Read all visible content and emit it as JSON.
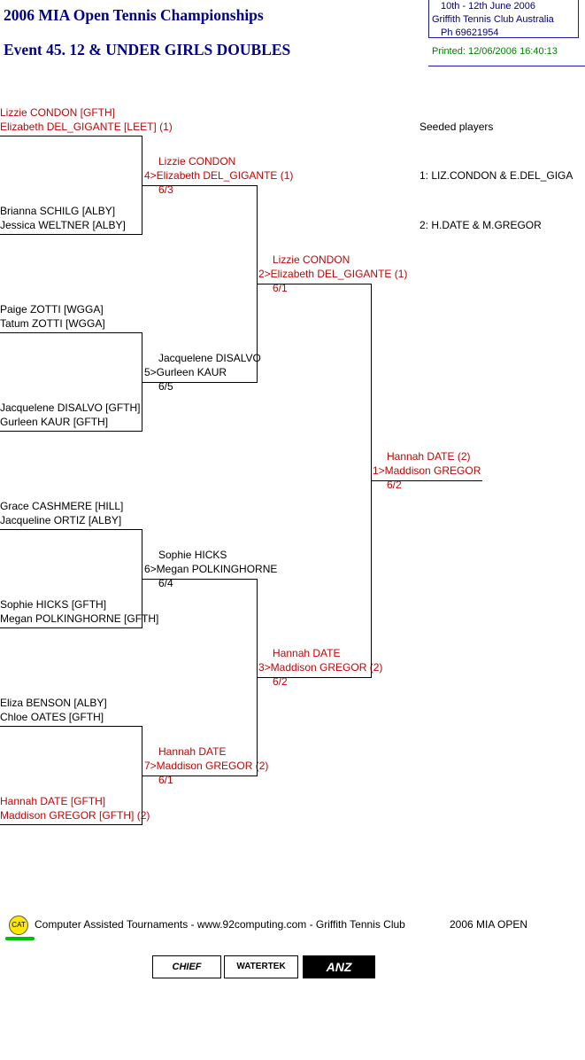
{
  "header": {
    "title1": "2006 MIA Open Tennis Championships",
    "title2": "Event 45. 12 & UNDER GIRLS DOUBLES",
    "dates": "10th - 12th June 2006",
    "venue": "Griffith Tennis Club   Australia",
    "phone": "Ph 69621954",
    "printed": "Printed: 12/06/2006 16:40:13"
  },
  "round1": [
    {
      "p1": "Lizzie CONDON [GFTH]",
      "p2": "Elizabeth DEL_GIGANTE [LEET] (1)"
    },
    {
      "p1": "Brianna SCHILG [ALBY]",
      "p2": "Jessica WELTNER [ALBY]"
    },
    {
      "p1": "Paige ZOTTI [WGGA]",
      "p2": "Tatum ZOTTI [WGGA]"
    },
    {
      "p1": "Jacquelene DISALVO [GFTH]",
      "p2": "Gurleen KAUR [GFTH]"
    },
    {
      "p1": "Grace CASHMERE [HILL]",
      "p2": "Jacqueline ORTIZ [ALBY]"
    },
    {
      "p1": "Sophie HICKS [GFTH]",
      "p2": "Megan POLKINGHORNE [GFTH]"
    },
    {
      "p1": "Eliza BENSON [ALBY]",
      "p2": "Chloe OATES [GFTH]"
    },
    {
      "p1": "Hannah DATE [GFTH]",
      "p2": "Maddison GREGOR [GFTH] (2)"
    }
  ],
  "round2": [
    {
      "p1": "Lizzie CONDON",
      "p2": "4>Elizabeth DEL_GIGANTE (1)",
      "score": "6/3"
    },
    {
      "p1": "Jacquelene DISALVO",
      "p2": "5>Gurleen KAUR",
      "score": "6/5"
    },
    {
      "p1": "Sophie HICKS",
      "p2": "6>Megan POLKINGHORNE",
      "score": "6/4"
    },
    {
      "p1": "Hannah DATE",
      "p2": "7>Maddison GREGOR (2)",
      "score": "6/1"
    }
  ],
  "round3": [
    {
      "p1": "Lizzie CONDON",
      "p2": "2>Elizabeth DEL_GIGANTE (1)",
      "score": "6/1"
    },
    {
      "p1": "Hannah DATE",
      "p2": "3>Maddison GREGOR (2)",
      "score": "6/2"
    }
  ],
  "final": {
    "p1": "Hannah DATE (2)",
    "p2": "1>Maddison GREGOR",
    "score": "6/2"
  },
  "seeds": {
    "heading": "Seeded players",
    "s1": "1: LIZ.CONDON & E.DEL_GIGA",
    "s2": "2: H.DATE & M.GREGOR"
  },
  "footer": {
    "cat_logo": "CAT",
    "text": "Computer Assisted Tournaments - www.92computing.com -  Griffith Tennis Club",
    "event": "2006 MIA OPEN",
    "sponsor1": "CHIEF",
    "sponsor2": "WATERTEK",
    "sponsor3": "ANZ"
  },
  "colors": {
    "title": "#00008b",
    "winner": "#cc0000",
    "printed": "#008000",
    "cat_yellow": "#ffe800",
    "cat_green": "#00c000"
  }
}
